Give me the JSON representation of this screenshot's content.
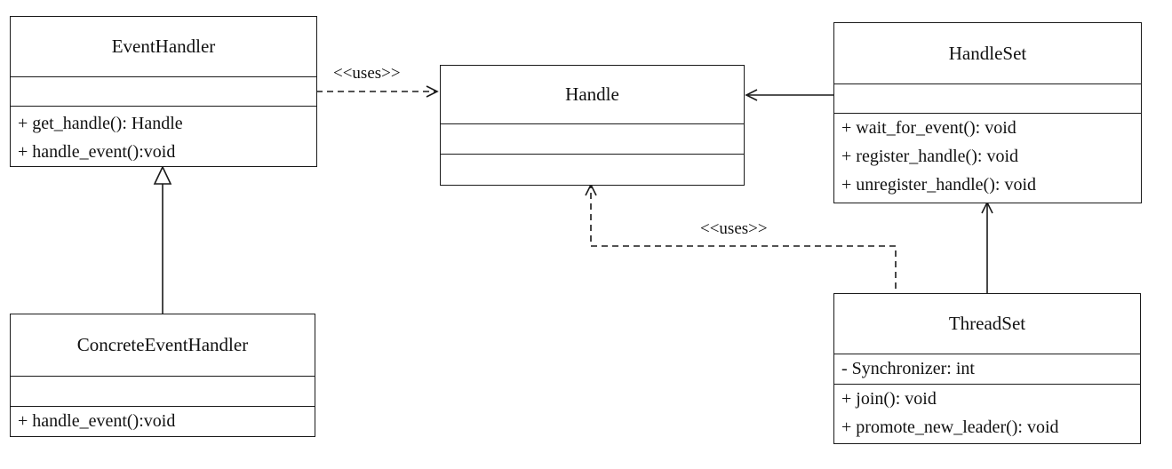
{
  "classes": {
    "event_handler": {
      "name": "EventHandler",
      "attributes": [],
      "operations": [
        "+ get_handle(): Handle",
        "+ handle_event():void"
      ]
    },
    "concrete_event_handler": {
      "name": "ConcreteEventHandler",
      "attributes": [],
      "operations": [
        "+ handle_event():void"
      ]
    },
    "handle": {
      "name": "Handle",
      "attributes": [],
      "operations": []
    },
    "handle_set": {
      "name": "HandleSet",
      "attributes": [],
      "operations": [
        "+ wait_for_event(): void",
        "+ register_handle(): void",
        "+ unregister_handle(): void"
      ]
    },
    "thread_set": {
      "name": "ThreadSet",
      "attributes": [
        "- Synchronizer: int"
      ],
      "operations": [
        "+ join(): void",
        "+ promote_new_leader(): void"
      ]
    }
  },
  "relations": {
    "eventhandler_uses_handle": "<<uses>>",
    "threadset_uses_handle": "<<uses>>"
  }
}
